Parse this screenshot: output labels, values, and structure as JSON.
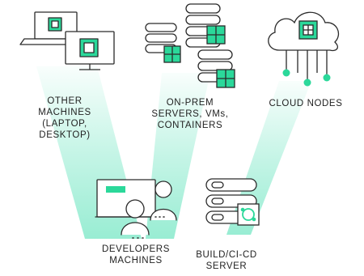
{
  "colors": {
    "beam": "#7fe8c8",
    "accent": "#2bd89a",
    "stroke": "#2a2a2a",
    "text": "#222222"
  },
  "nodes": {
    "other_machines": {
      "icon": "laptop-desktop-icon",
      "label_lines": [
        "OTHER",
        "MACHINES",
        "(LAPTOP,",
        "DESKTOP)"
      ]
    },
    "on_prem": {
      "icon": "server-stack-icon",
      "label_lines": [
        "ON-PREM",
        "SERVERS, VMs,",
        "CONTAINERS"
      ]
    },
    "cloud": {
      "icon": "cloud-chip-icon",
      "label_lines": [
        "CLOUD NODES"
      ]
    },
    "developers": {
      "icon": "developers-icon",
      "label_lines": [
        "DEVELOPERS",
        "MACHINES"
      ]
    },
    "build_server": {
      "icon": "build-server-icon",
      "label_lines": [
        "BUILD/CI-CD",
        "SERVER"
      ]
    }
  }
}
